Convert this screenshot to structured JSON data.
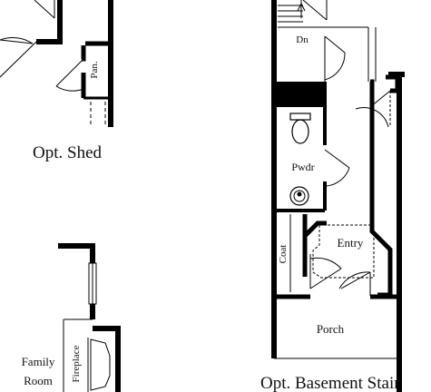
{
  "captions": {
    "shed": "Opt. Shed",
    "basement_stair": "Opt. Basement Stair"
  },
  "room_labels": {
    "pantry": "Pan.",
    "down": "Dn",
    "powder": "Pwdr",
    "entry": "Entry",
    "coat": "Coat",
    "porch": "Porch",
    "family_room_line1": "Family",
    "family_room_line2": "Room",
    "fireplace": "Fireplace"
  },
  "colors": {
    "wall": "#000000",
    "thin_line": "#222222",
    "background": "#ffffff"
  }
}
